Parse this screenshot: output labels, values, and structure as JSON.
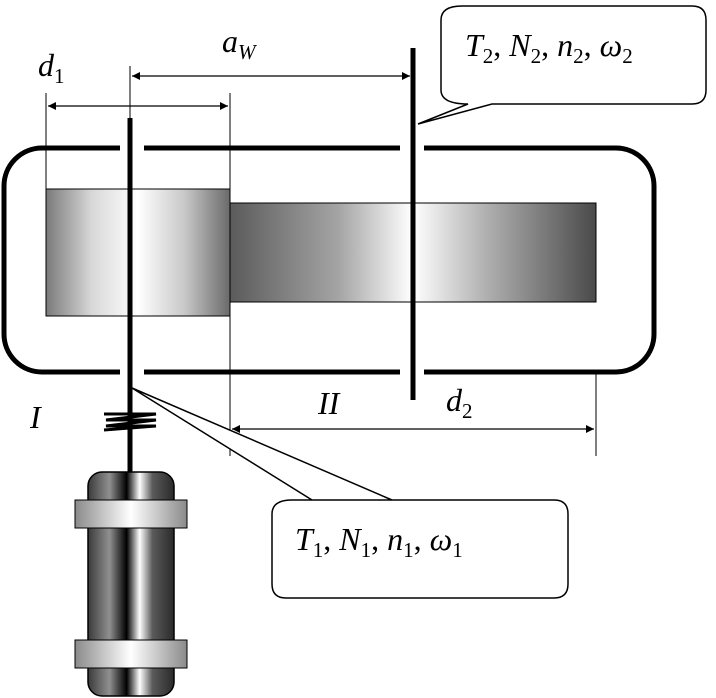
{
  "labels": {
    "d1": {
      "main": "d",
      "sub": "1"
    },
    "aw": {
      "main": "a",
      "sub": "W"
    },
    "d2": {
      "main": "d",
      "sub": "2"
    },
    "shaft1": "I",
    "shaft2": "II"
  },
  "callout_output": {
    "parts": [
      {
        "main": "T",
        "sub": "2"
      },
      {
        "main": "N",
        "sub": "2"
      },
      {
        "main": "n",
        "sub": "2"
      },
      {
        "main": "ω",
        "sub": "2"
      }
    ]
  },
  "callout_input": {
    "parts": [
      {
        "main": "T",
        "sub": "1"
      },
      {
        "main": "N",
        "sub": "1"
      },
      {
        "main": "n",
        "sub": "1"
      },
      {
        "main": "ω",
        "sub": "1"
      }
    ]
  }
}
